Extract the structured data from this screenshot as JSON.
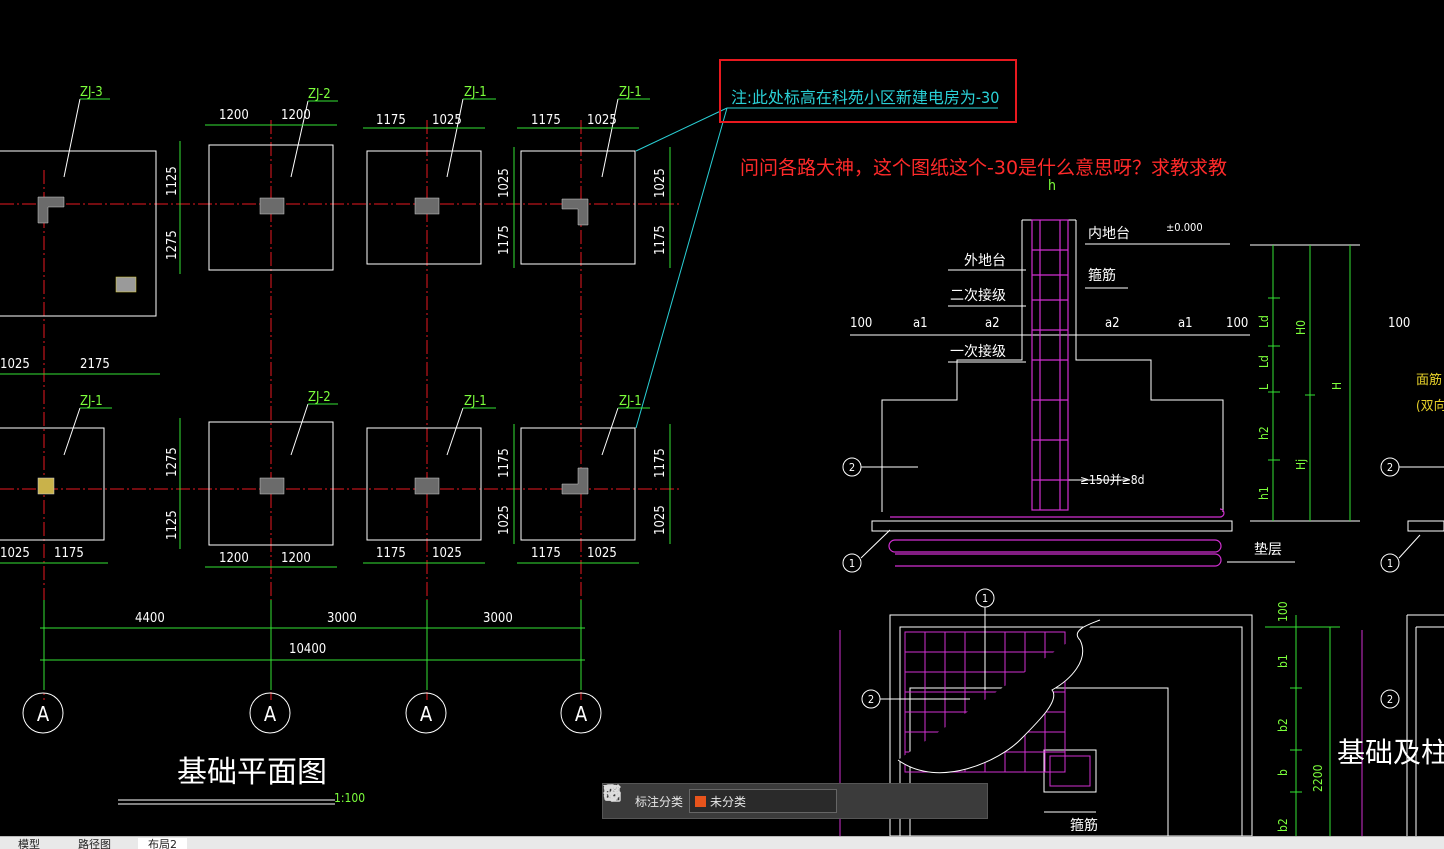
{
  "drawing": {
    "footings": {
      "top_row_labels": [
        "ZJ-3",
        "ZJ-2",
        "ZJ-1",
        "ZJ-1"
      ],
      "bottom_row_labels": [
        "ZJ-1",
        "ZJ-2",
        "ZJ-1",
        "ZJ-1"
      ],
      "top_dims": [
        "1200",
        "1200",
        "1175",
        "1025",
        "1175",
        "1025"
      ],
      "top_vert_dims": [
        "1125",
        "1275",
        "1025",
        "1175",
        "1025",
        "1175"
      ],
      "mid_dims": [
        "1025",
        "2175"
      ],
      "bottom_vert_dims": [
        "1275",
        "1125",
        "1175",
        "1025",
        "1175",
        "1025"
      ],
      "bottom_dims": [
        "1025",
        "1175",
        "1200",
        "1200",
        "1175",
        "1025",
        "1175",
        "1025"
      ],
      "span_dims": [
        "4400",
        "3000",
        "3000"
      ],
      "total_dim": "10400",
      "axis_label": "A"
    },
    "plan_title": "基础平面图",
    "plan_scale": "1:100",
    "note": "注:此处标高在科苑小区新建电房为-30",
    "section": {
      "labels": [
        "h",
        "内地台",
        "±0.000",
        "外地台",
        "箍筋",
        "二次接级",
        "一次接级",
        "≥150并≥8d",
        "垫层"
      ],
      "dims_left": [
        "100",
        "a1",
        "a2"
      ],
      "dims_right": [
        "a2",
        "a1",
        "100"
      ],
      "vert_dims": [
        "Ld",
        "Ld",
        "L",
        "h2",
        "h1",
        "H0",
        "H",
        "Hj"
      ],
      "markers": [
        "2",
        "1"
      ],
      "right_partial": [
        "100",
        "面筋",
        "(双向"
      ]
    },
    "plan_detail": {
      "markers": [
        "1",
        "2"
      ],
      "vert_dims": [
        "100",
        "b1",
        "b2",
        "b",
        "2200",
        "b2"
      ],
      "label_box": "箍筋",
      "title_partial": "基础及柱钢筋"
    }
  },
  "question_text": "问问各路大神，这个图纸这个-30是什么意思呀？求教求教",
  "toolbar": {
    "label": "标注分类",
    "select_value": "未分类",
    "swatch_color": "#e8541c",
    "icons": [
      "grid-icon",
      "chevron-down-icon",
      "edit-icon",
      "move-icon",
      "copy-icon",
      "paste-icon"
    ]
  },
  "tabs": [
    "模型",
    "路径图",
    "布局2"
  ],
  "colors": {
    "background": "#000000",
    "line_white": "#ffffff",
    "axis_red": "#e8191f",
    "dim_green": "#33e233",
    "label_green": "#7cff3c",
    "rebar_magenta": "#d12fd1",
    "leader_cyan": "#2ad0d6",
    "column_gray": "#6b6b6b",
    "note_box": "#e8191f"
  }
}
